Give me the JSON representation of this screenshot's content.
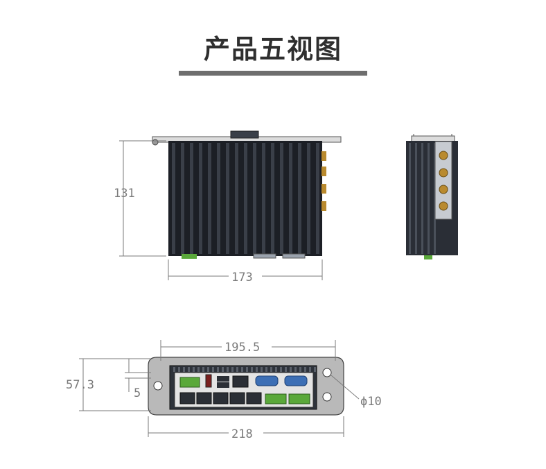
{
  "page": {
    "title": "产品五视图"
  },
  "views": {
    "front": {
      "height_label": "131",
      "width_label": "173"
    },
    "side": {},
    "bottom": {
      "inner_width_label": "195.5",
      "outer_width_label": "218",
      "height_label": "57.3",
      "offset_label": "5",
      "hole_label": "ϕ10"
    }
  },
  "colors": {
    "heatsink_dark": "#1c1f25",
    "heatsink_mid": "#3a3f48",
    "dimension": "#7a7a7a",
    "connector_blue": "#3d6fb5",
    "terminal_green": "#5aa83a",
    "antenna_gold": "#b98a2e",
    "title": "#2f2f2f",
    "underline": "#6e6e6e"
  }
}
